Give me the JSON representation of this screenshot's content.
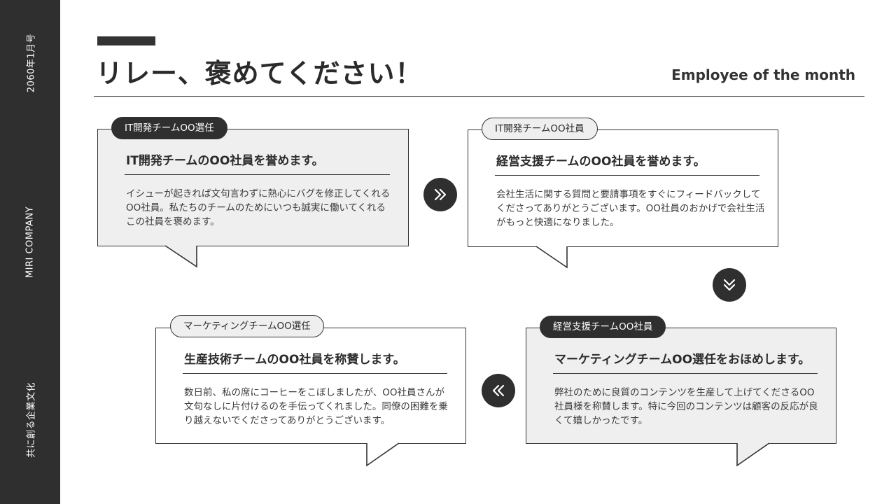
{
  "sidebar": {
    "issue": "2060年1月号",
    "company": "MIRI COMPANY",
    "slogan": "共に創る企業文化"
  },
  "header": {
    "title": "リレー、褒めてください！",
    "subtitle": "Employee of the month"
  },
  "cards": [
    {
      "tag": "IT開発チームOO選任",
      "heading": "IT開発チームのOO社員を誉めます。",
      "body": "イシューが起きれば文句言わずに熱心にバグを修正してくれるOO社員。私たちのチームのためにいつも誠実に働いてくれるこの社員を褒めます。"
    },
    {
      "tag": "IT開発チームOO社員",
      "heading": "経営支援チームのOO社員を誉めます。",
      "body": "会社生活に関する質問と要請事項をすぐにフィードバックしてくださってありがとうございます。OO社員のおかげで会社生活がもっと快適になりました。"
    },
    {
      "tag": "経営支援チームOO社員",
      "heading": "マーケティングチームOO選任をおほめします。",
      "body": "弊社のために良質のコンテンツを生産して上げてくださるOO社員様を称賛します。特に今回のコンテンツは顧客の反応が良くて嬉しかったです。"
    },
    {
      "tag": "マーケティングチームOO選任",
      "heading": "生産技術チームのOO社員を称賛します。",
      "body": "数日前、私の席にコーヒーをこぼしましたが、OO社員さんが文句なしに片付けるのを手伝ってくれました。同僚の困難を乗り越えないでくださってありがとうございます。"
    }
  ],
  "icons": {
    "next": "double-chevron-right-icon",
    "down": "double-chevron-down-icon",
    "prev": "double-chevron-left-icon"
  },
  "colors": {
    "dark": "#2f2f2f",
    "card_gray": "#efefef",
    "background": "#ffffff"
  }
}
